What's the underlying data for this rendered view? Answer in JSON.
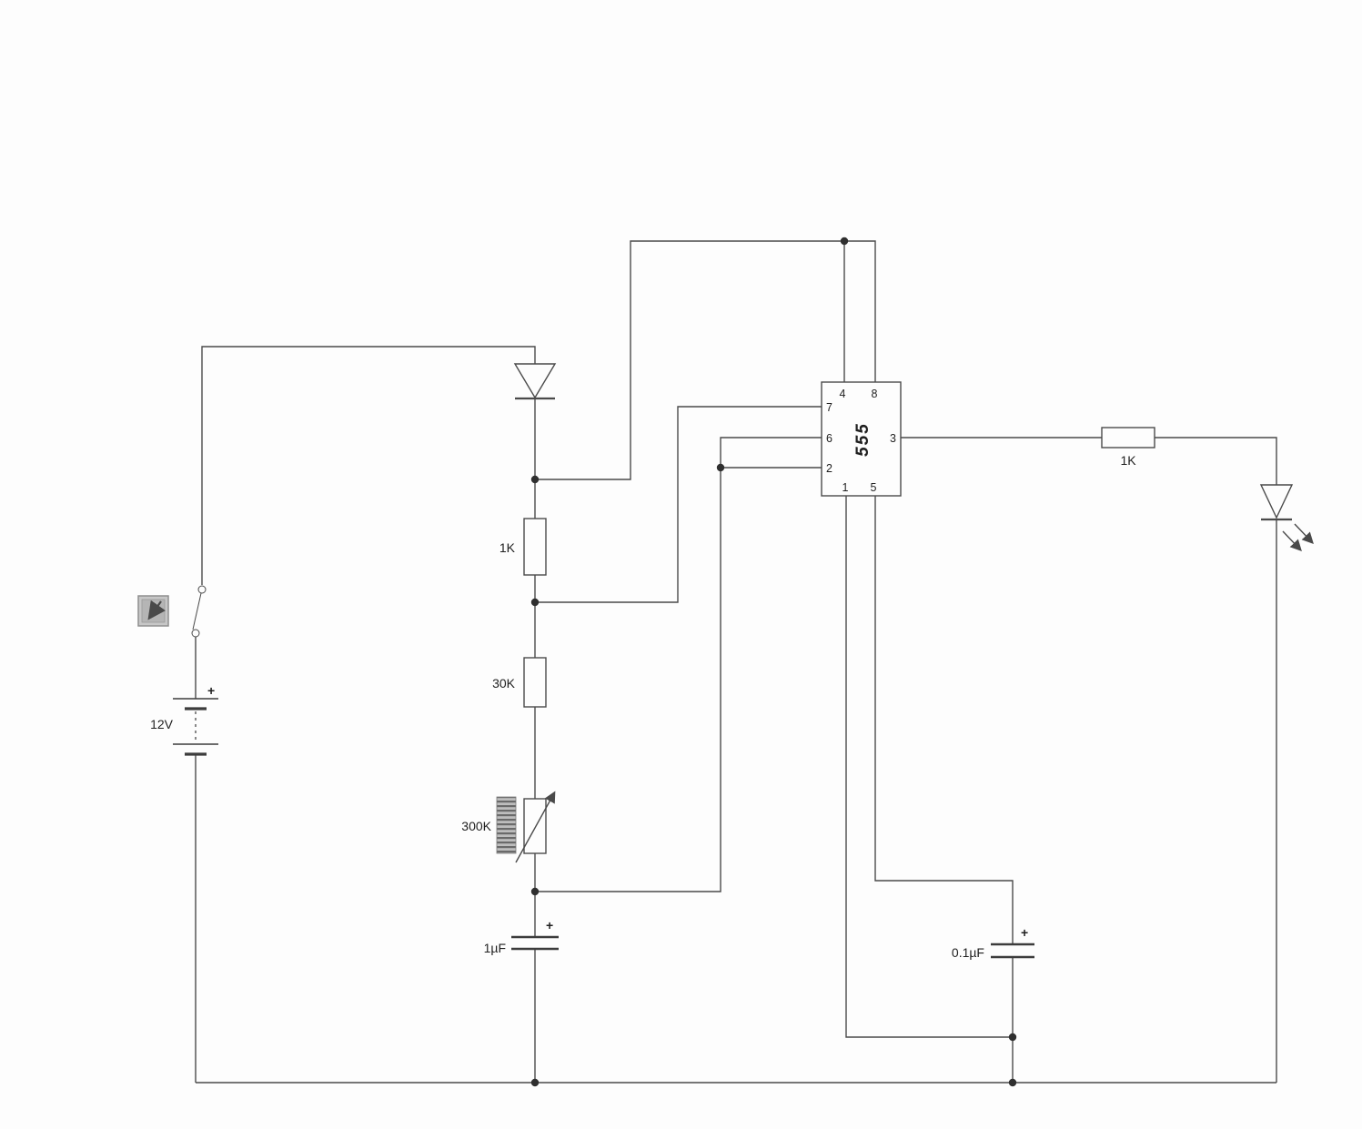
{
  "schematic": {
    "battery": {
      "voltage": "12V",
      "polarity": "+"
    },
    "resistors": {
      "r1": "1K",
      "r2": "30K",
      "pot": "300K",
      "r3": "1K"
    },
    "capacitors": {
      "c1": "1µF",
      "c1_polarity": "+",
      "c2": "0.1µF",
      "c2_polarity": "+"
    },
    "ic": {
      "name": "555",
      "pins": {
        "pin4": "4",
        "pin8": "8",
        "pin7": "7",
        "pin6": "6",
        "pin2": "2",
        "pin1": "1",
        "pin5": "5",
        "pin3": "3"
      }
    },
    "colors": {
      "wire": "#4a4a4a",
      "text": "#1f1f1f",
      "dot": "#2f2f2f",
      "background": "#fdfdfd",
      "control_gray": "#c7c7c7"
    }
  }
}
